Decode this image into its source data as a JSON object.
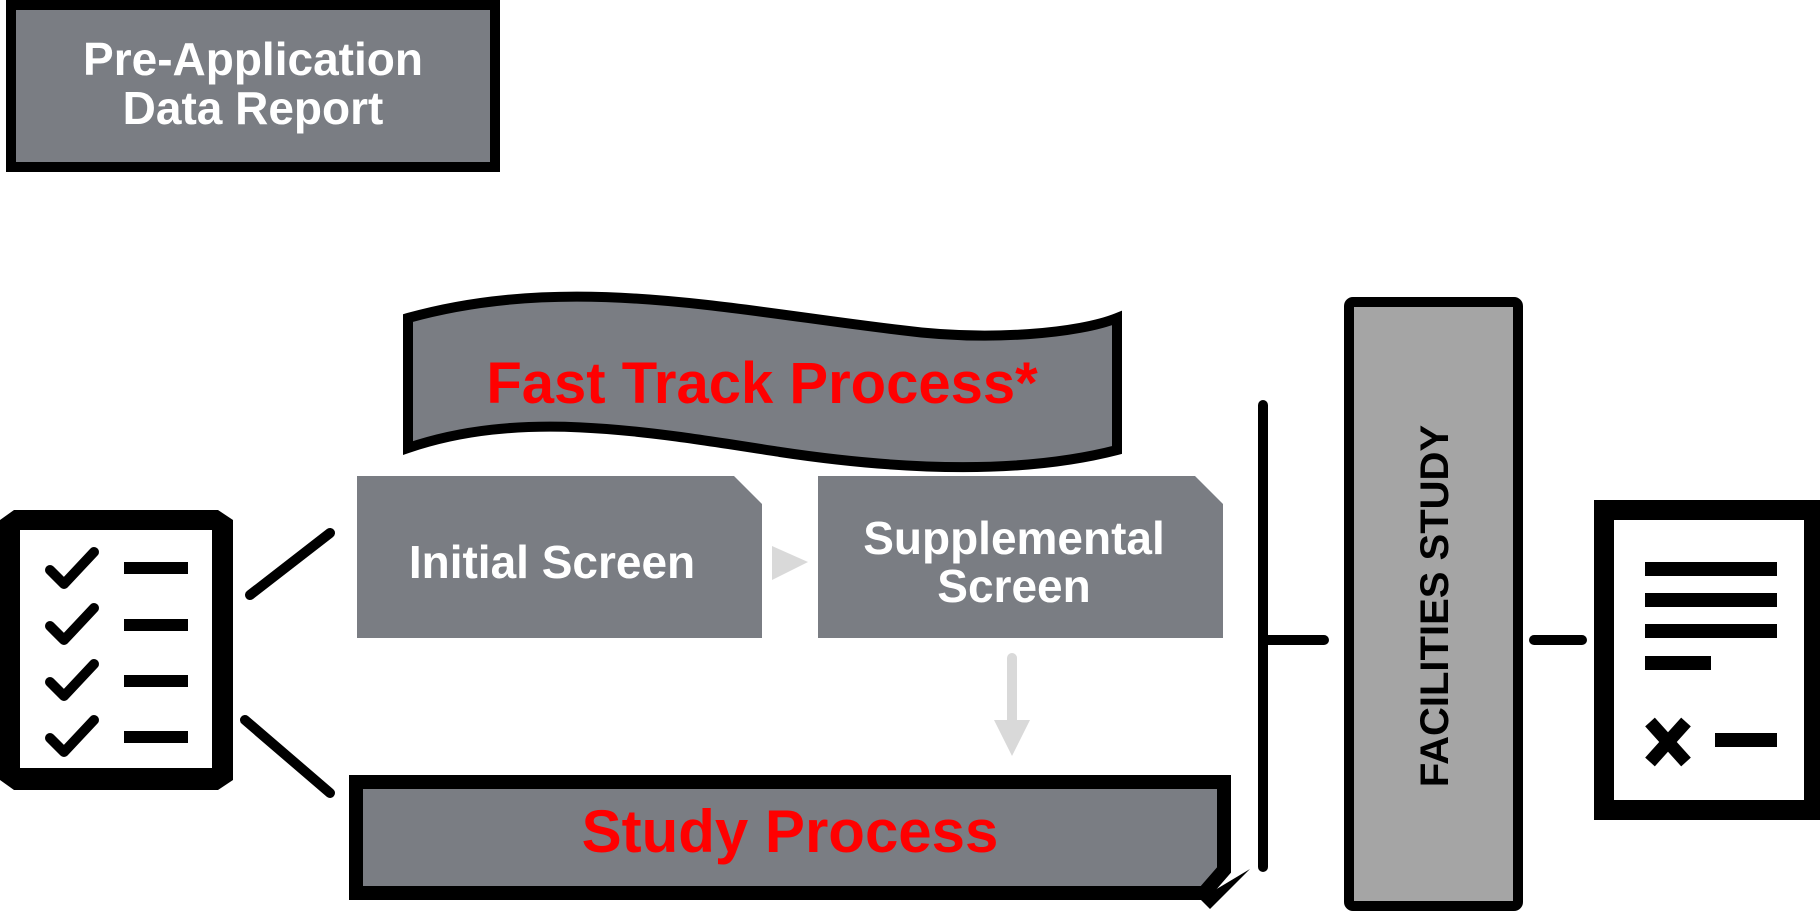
{
  "pre_application": {
    "line1": "Pre-Application",
    "line2": "Data Report"
  },
  "fast_track": {
    "label": "Fast Track Process*"
  },
  "initial_screen": {
    "label": "Initial Screen"
  },
  "supplemental_screen": {
    "line1": "Supplemental",
    "line2": "Screen"
  },
  "study_process": {
    "label": "Study Process"
  },
  "facilities_study": {
    "label": "FACILITIES STUDY"
  },
  "colors": {
    "box_gray": "#7a7d83",
    "panel_gray": "#a5a5a5",
    "outline": "#000000",
    "title_red": "#ff0000",
    "label_white": "#ffffff",
    "arrow_gray": "#d9d9d9"
  },
  "icons": {
    "checklist": "checklist-icon",
    "document_result": "document-result-icon"
  }
}
